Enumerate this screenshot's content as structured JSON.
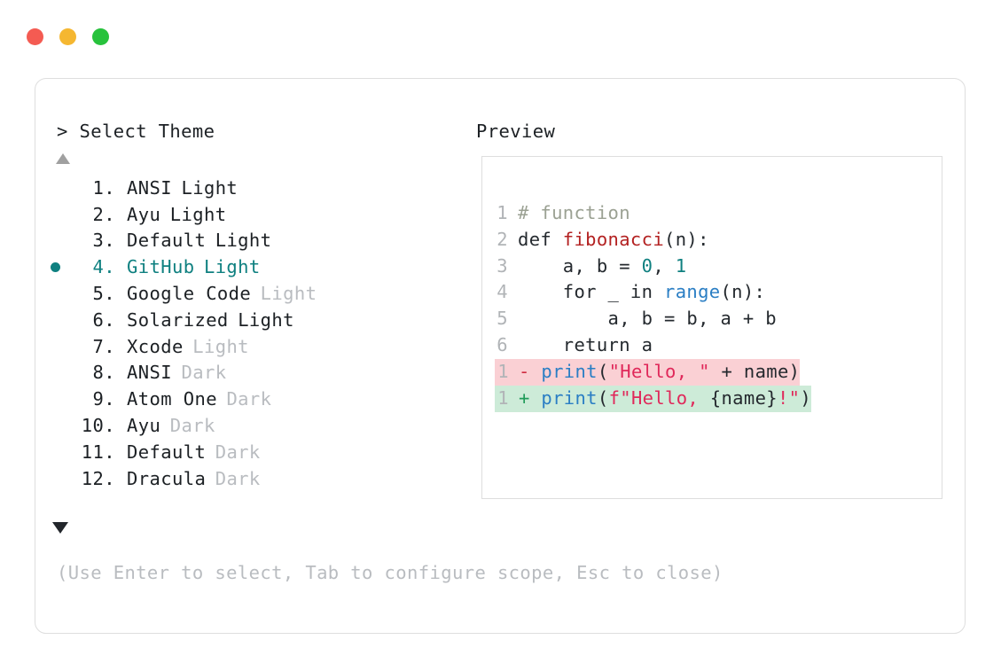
{
  "window": {
    "dots": [
      {
        "name": "close",
        "color": "#f45b52"
      },
      {
        "name": "minimize",
        "color": "#f5b731"
      },
      {
        "name": "maximize",
        "color": "#27c23c"
      }
    ]
  },
  "panel": {
    "prompt_title": "> Select Theme",
    "preview_title": "Preview",
    "scroll_up_icon": "triangle-up-icon",
    "scroll_down_icon": "triangle-down-icon",
    "hint": "(Use Enter to select, Tab to configure scope, Esc to close)",
    "accent_color": "#0f8080"
  },
  "themes": [
    {
      "index": "1.",
      "name": "ANSI",
      "suffix": "Light",
      "selected": false,
      "dim_suffix": false
    },
    {
      "index": "2.",
      "name": "Ayu",
      "suffix": "Light",
      "selected": false,
      "dim_suffix": false
    },
    {
      "index": "3.",
      "name": "Default",
      "suffix": "Light",
      "selected": false,
      "dim_suffix": false
    },
    {
      "index": "4.",
      "name": "GitHub",
      "suffix": "Light",
      "selected": true,
      "dim_suffix": false
    },
    {
      "index": "5.",
      "name": "Google Code",
      "suffix": "Light",
      "selected": false,
      "dim_suffix": true
    },
    {
      "index": "6.",
      "name": "Solarized",
      "suffix": "Light",
      "selected": false,
      "dim_suffix": false
    },
    {
      "index": "7.",
      "name": "Xcode",
      "suffix": "Light",
      "selected": false,
      "dim_suffix": true
    },
    {
      "index": "8.",
      "name": "ANSI",
      "suffix": "Dark",
      "selected": false,
      "dim_suffix": true
    },
    {
      "index": "9.",
      "name": "Atom One",
      "suffix": "Dark",
      "selected": false,
      "dim_suffix": true
    },
    {
      "index": "10.",
      "name": "Ayu",
      "suffix": "Dark",
      "selected": false,
      "dim_suffix": true
    },
    {
      "index": "11.",
      "name": "Default",
      "suffix": "Dark",
      "selected": false,
      "dim_suffix": true
    },
    {
      "index": "12.",
      "name": "Dracula",
      "suffix": "Dark",
      "selected": false,
      "dim_suffix": true
    }
  ],
  "preview_code": {
    "lines": [
      {
        "no": "1",
        "tokens": [
          {
            "t": "# function",
            "c": "comment"
          }
        ]
      },
      {
        "no": "2",
        "tokens": [
          {
            "t": "def ",
            "c": "keyword"
          },
          {
            "t": "fibonacci",
            "c": "func"
          },
          {
            "t": "(n):",
            "c": "plain"
          }
        ]
      },
      {
        "no": "3",
        "tokens": [
          {
            "t": "    a, b = ",
            "c": "plain"
          },
          {
            "t": "0",
            "c": "number"
          },
          {
            "t": ", ",
            "c": "plain"
          },
          {
            "t": "1",
            "c": "number"
          }
        ]
      },
      {
        "no": "4",
        "tokens": [
          {
            "t": "    for _ in ",
            "c": "plain"
          },
          {
            "t": "range",
            "c": "builtin"
          },
          {
            "t": "(n):",
            "c": "plain"
          }
        ]
      },
      {
        "no": "5",
        "tokens": [
          {
            "t": "        a, b = b, a + b",
            "c": "plain"
          }
        ]
      },
      {
        "no": "6",
        "tokens": [
          {
            "t": "    return a",
            "c": "plain"
          }
        ]
      }
    ],
    "diff": [
      {
        "no": "1",
        "kind": "removed",
        "sign": "-",
        "tokens": [
          {
            "t": "print",
            "c": "call"
          },
          {
            "t": "(",
            "c": "plain"
          },
          {
            "t": "\"Hello, \"",
            "c": "string"
          },
          {
            "t": " + name)",
            "c": "plain"
          }
        ]
      },
      {
        "no": "1",
        "kind": "added",
        "sign": "+",
        "tokens": [
          {
            "t": "print",
            "c": "call"
          },
          {
            "t": "(",
            "c": "plain"
          },
          {
            "t": "f\"Hello, ",
            "c": "string"
          },
          {
            "t": "{name}",
            "c": "plain"
          },
          {
            "t": "!\"",
            "c": "string"
          },
          {
            "t": ")",
            "c": "plain"
          }
        ]
      }
    ]
  }
}
